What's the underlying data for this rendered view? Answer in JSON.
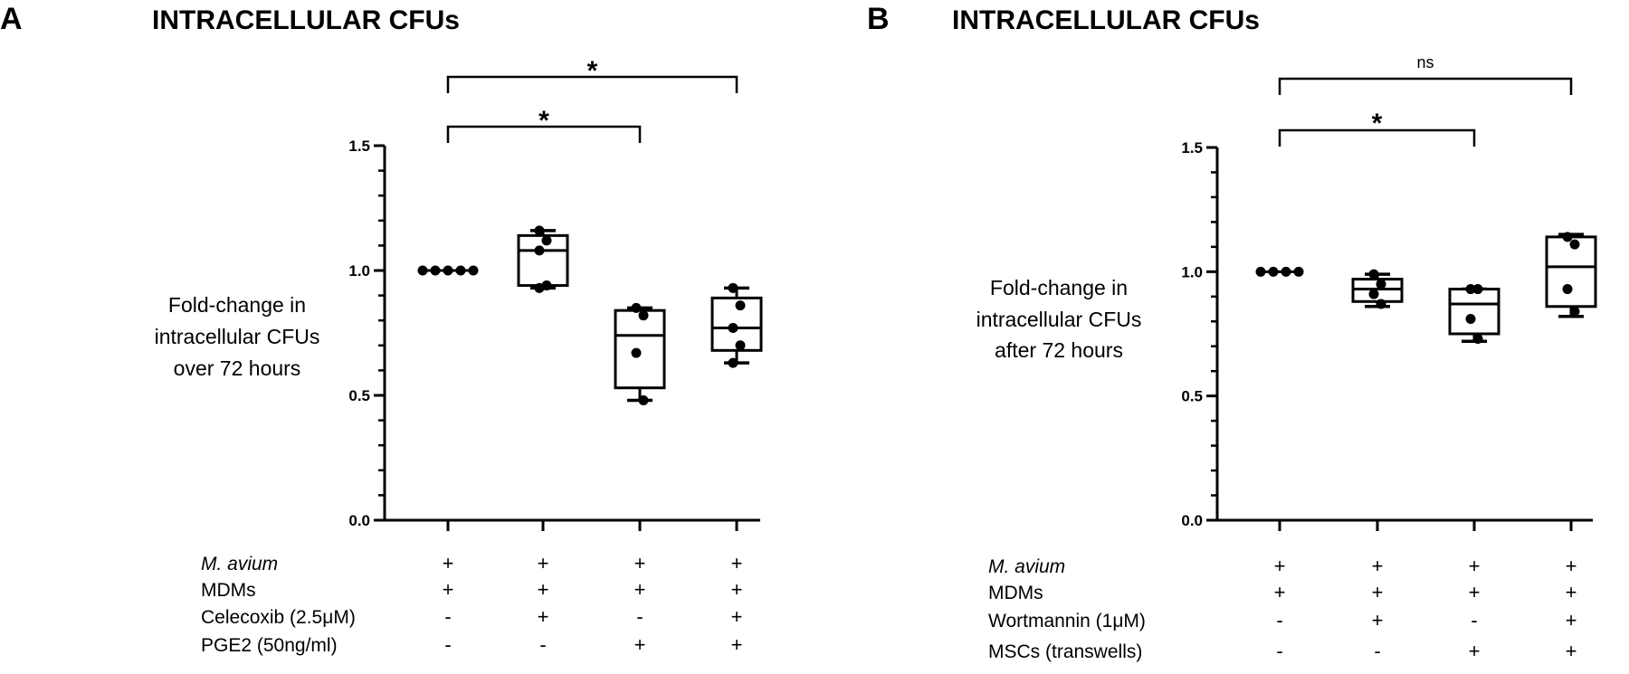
{
  "chart_data": [
    {
      "type": "box",
      "panel": "A",
      "title": "INTRACELLULAR CFUs",
      "ylabel": [
        "Fold-change in",
        "intracellular CFUs",
        "over 72 hours"
      ],
      "ylim": [
        0,
        1.5
      ],
      "yticks": [
        "0.0",
        "0.5",
        "1.0",
        "1.5"
      ],
      "minor_ticks_per_major": 5,
      "conditions": [
        {
          "label": "M. avium",
          "italic": true,
          "marks": [
            "+",
            "+",
            "+",
            "+"
          ]
        },
        {
          "label": "MDMs",
          "italic": false,
          "marks": [
            "+",
            "+",
            "+",
            "+"
          ]
        },
        {
          "label": "Celecoxib (2.5μM)",
          "italic": false,
          "marks": [
            "-",
            "+",
            "-",
            "+"
          ]
        },
        {
          "label": "PGE2 (50ng/ml)",
          "italic": false,
          "marks": [
            "-",
            "-",
            "+",
            "+"
          ]
        }
      ],
      "groups": [
        {
          "min": 1.0,
          "q1": 1.0,
          "median": 1.0,
          "q3": 1.0,
          "max": 1.0,
          "box": false,
          "points": [
            1.0,
            1.0,
            1.0,
            1.0,
            1.0
          ]
        },
        {
          "min": 0.93,
          "q1": 0.94,
          "median": 1.08,
          "q3": 1.14,
          "max": 1.16,
          "box": true,
          "points": [
            1.16,
            1.12,
            1.08,
            0.94,
            0.93
          ]
        },
        {
          "min": 0.48,
          "q1": 0.53,
          "median": 0.74,
          "q3": 0.84,
          "max": 0.85,
          "box": true,
          "points": [
            0.85,
            0.82,
            0.67,
            0.48
          ]
        },
        {
          "min": 0.63,
          "q1": 0.68,
          "median": 0.77,
          "q3": 0.89,
          "max": 0.93,
          "box": true,
          "points": [
            0.93,
            0.86,
            0.77,
            0.7,
            0.63
          ]
        }
      ],
      "comparisons": [
        {
          "from": 0,
          "to": 3,
          "label": "*"
        },
        {
          "from": 0,
          "to": 2,
          "label": "*"
        }
      ]
    },
    {
      "type": "box",
      "panel": "B",
      "title": "INTRACELLULAR CFUs",
      "ylabel": [
        "Fold-change in",
        "intracellular CFUs",
        "after 72 hours"
      ],
      "ylim": [
        0,
        1.5
      ],
      "yticks": [
        "0.0",
        "0.5",
        "1.0",
        "1.5"
      ],
      "minor_ticks_per_major": 5,
      "conditions": [
        {
          "label": "M. avium",
          "italic": true,
          "marks": [
            "+",
            "+",
            "+",
            "+"
          ]
        },
        {
          "label": "MDMs",
          "italic": false,
          "marks": [
            "+",
            "+",
            "+",
            "+"
          ]
        },
        {
          "label": "Wortmannin (1μM)",
          "italic": false,
          "marks": [
            "-",
            "+",
            "-",
            "+"
          ]
        },
        {
          "label": "MSCs (transwells)",
          "italic": false,
          "marks": [
            "-",
            "-",
            "+",
            "+"
          ]
        }
      ],
      "groups": [
        {
          "min": 1.0,
          "q1": 1.0,
          "median": 1.0,
          "q3": 1.0,
          "max": 1.0,
          "box": false,
          "points": [
            1.0,
            1.0,
            1.0,
            1.0
          ]
        },
        {
          "min": 0.86,
          "q1": 0.88,
          "median": 0.93,
          "q3": 0.97,
          "max": 0.99,
          "box": true,
          "points": [
            0.99,
            0.95,
            0.91,
            0.87
          ]
        },
        {
          "min": 0.72,
          "q1": 0.75,
          "median": 0.87,
          "q3": 0.93,
          "max": 0.93,
          "box": true,
          "points": [
            0.93,
            0.93,
            0.81,
            0.73
          ]
        },
        {
          "min": 0.82,
          "q1": 0.86,
          "median": 1.02,
          "q3": 1.14,
          "max": 1.15,
          "box": true,
          "points": [
            1.14,
            1.11,
            0.93,
            0.84
          ]
        }
      ],
      "comparisons": [
        {
          "from": 0,
          "to": 3,
          "label": "ns"
        },
        {
          "from": 0,
          "to": 2,
          "label": "*"
        }
      ]
    }
  ]
}
